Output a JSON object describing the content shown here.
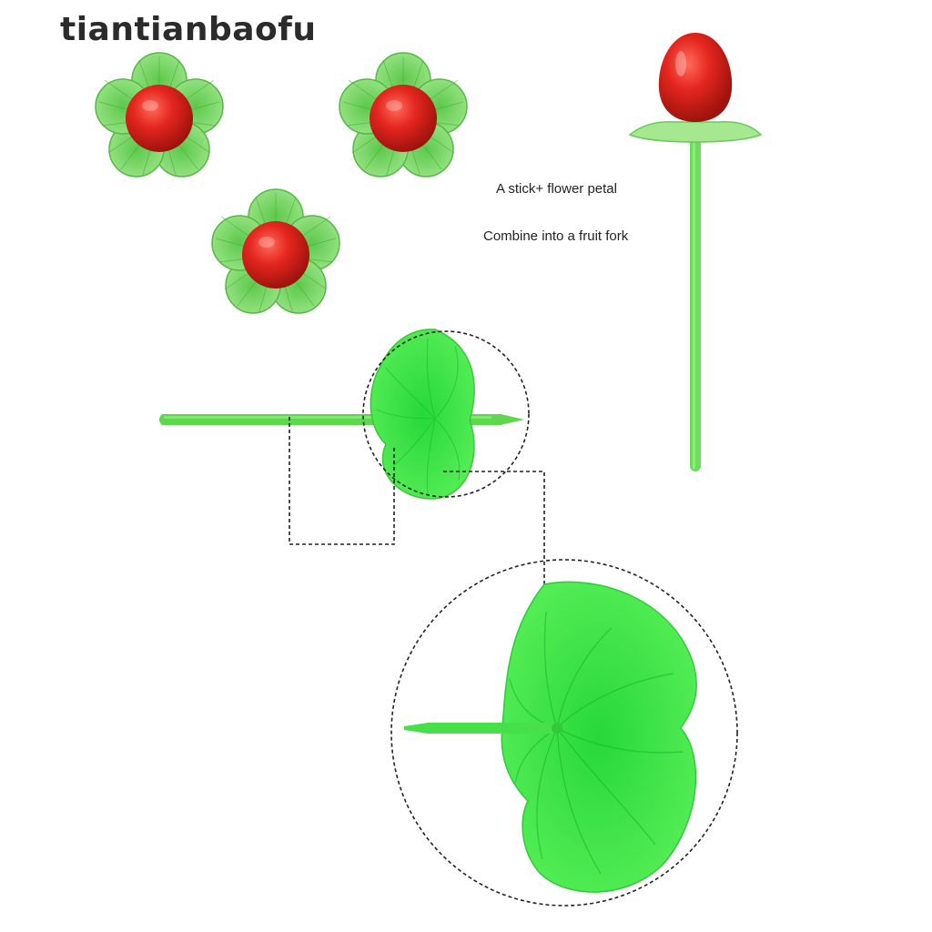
{
  "watermark": "tiantianbaofu",
  "captions": {
    "line1": "A stick+ flower petal",
    "line2": "Combine into a fruit fork"
  },
  "colors": {
    "petal_light": "#8fe37a",
    "petal_mid": "#5cc94b",
    "petal_dark": "#3fa936",
    "berry": "#e4261f",
    "berry_dark": "#b0150f",
    "stick": "#58d24c",
    "stick_bright": "#4ef04a",
    "dash": "#222222"
  },
  "icons": [
    "flower-fork-icon",
    "cherry-tomato-icon",
    "petal-icon",
    "stick-icon"
  ]
}
